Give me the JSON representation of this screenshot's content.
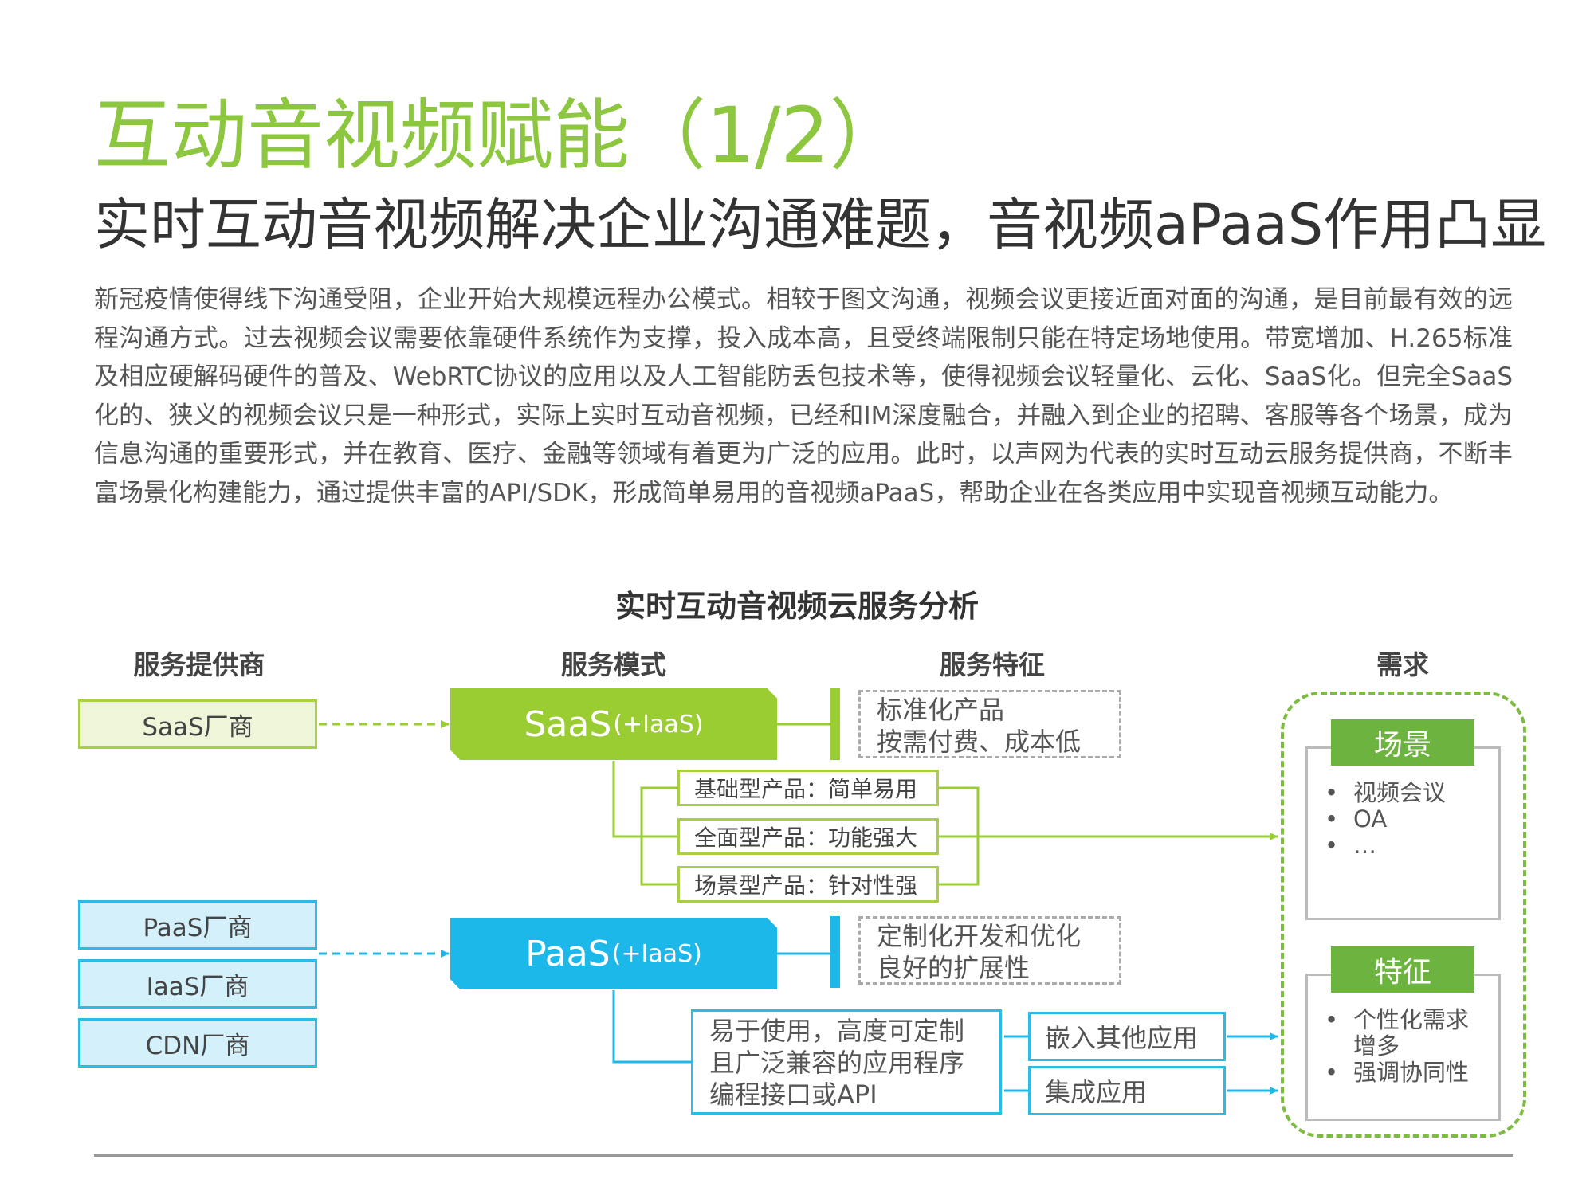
{
  "title": "互动音视频赋能（1/2）",
  "subtitle": "实时互动音视频解决企业沟通难题，音视频aPaaS作用凸显",
  "body": "新冠疫情使得线下沟通受阻，企业开始大规模远程办公模式。相较于图文沟通，视频会议更接近面对面的沟通，是目前最有效的远程沟通方式。过去视频会议需要依靠硬件系统作为支撑，投入成本高，且受终端限制只能在特定场地使用。带宽增加、H.265标准及相应硬解码硬件的普及、WebRTC协议的应用以及人工智能防丢包技术等，使得视频会议轻量化、云化、SaaS化。但完全SaaS化的、狭义的视频会议只是一种形式，实际上实时互动音视频，已经和IM深度融合，并融入到企业的招聘、客服等各个场景，成为信息沟通的重要形式，并在教育、医疗、金融等领域有着更为广泛的应用。此时，以声网为代表的实时互动云服务提供商，不断丰富场景化构建能力，通过提供丰富的API/SDK，形成简单易用的音视频aPaaS，帮助企业在各类应用中实现音视频互动能力。",
  "diagram": {
    "title": "实时互动音视频云服务分析",
    "headers": {
      "providers": "服务提供商",
      "modes": "服务模式",
      "features": "服务特征",
      "needs": "需求"
    },
    "vendors": {
      "saas": "SaaS厂商",
      "paas": "PaaS厂商",
      "iaas": "IaaS厂商",
      "cdn": "CDN厂商"
    },
    "modes": {
      "saas_main": "SaaS",
      "saas_sub": "(+IaaS)",
      "paas_main": "PaaS",
      "paas_sub": "(+IaaS)"
    },
    "saas_features": [
      "标准化产品",
      "按需付费、成本低"
    ],
    "paas_features": [
      "定制化开发和优化",
      "良好的扩展性"
    ],
    "saas_products": [
      "基础型产品：简单易用",
      "全面型产品：功能强大",
      "场景型产品：针对性强"
    ],
    "api_box": [
      "易于使用，高度可定制",
      "且广泛兼容的应用程序",
      "编程接口或API"
    ],
    "app_types": [
      "嵌入其他应用",
      "集成应用"
    ],
    "needs": {
      "scene_label": "场景",
      "scene_items": [
        "视频会议",
        "OA",
        "…"
      ],
      "feature_label": "特征",
      "feature_items": [
        "个性化需求增多",
        "强调协同性"
      ]
    },
    "colors": {
      "green": "#9acd32",
      "blue": "#1cb8ea",
      "title_green": "#8dc63f",
      "need_green": "#6db33f"
    }
  }
}
